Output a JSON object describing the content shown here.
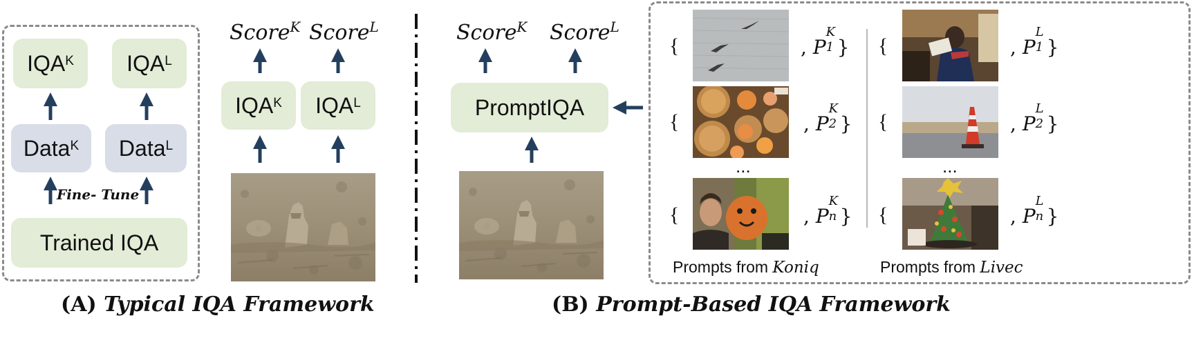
{
  "panel_a": {
    "iqa_k": {
      "base": "IQA",
      "sup": "K"
    },
    "iqa_l": {
      "base": "IQA",
      "sup": "L"
    },
    "data_k": {
      "base": "Data",
      "sup": "K"
    },
    "data_l": {
      "base": "Data",
      "sup": "L"
    },
    "fine_tune": "Fine- Tune",
    "trained_iqa": "Trained IQA",
    "score_k": {
      "base": "Score",
      "sup": "K"
    },
    "score_l": {
      "base": "Score",
      "sup": "L"
    },
    "model_k": {
      "base": "IQA",
      "sup": "K"
    },
    "model_l": {
      "base": "IQA",
      "sup": "L"
    },
    "caption_prefix": "(A)",
    "caption": "Typical IQA Framework"
  },
  "panel_b": {
    "score_k": {
      "base": "Score",
      "sup": "K"
    },
    "score_l": {
      "base": "Score",
      "sup": "L"
    },
    "model": "PromptIQA",
    "caption_prefix": "(B)",
    "caption": "Prompt-Based IQA Framework",
    "brace": "{",
    "brace_close": "}",
    "comma": ",",
    "ellipsis": "...",
    "koniq_prompts": [
      {
        "p": "P",
        "sub": "1",
        "sup": "K"
      },
      {
        "p": "P",
        "sub": "2",
        "sup": "K"
      },
      {
        "p": "P",
        "sub": "n",
        "sup": "K"
      }
    ],
    "livec_prompts": [
      {
        "p": "P",
        "sub": "1",
        "sup": "L"
      },
      {
        "p": "P",
        "sub": "2",
        "sup": "L"
      },
      {
        "p": "P",
        "sub": "n",
        "sup": "L"
      }
    ],
    "koniq_label_prefix": "Prompts from ",
    "koniq_label_name": "Koniq",
    "livec_label_prefix": "Prompts from ",
    "livec_label_name": "Livec"
  },
  "colors": {
    "arrow": "#243f5e",
    "green_box": "#e2ecd6",
    "gray_box": "#d8dde7",
    "dash": "#8a8a8a"
  }
}
